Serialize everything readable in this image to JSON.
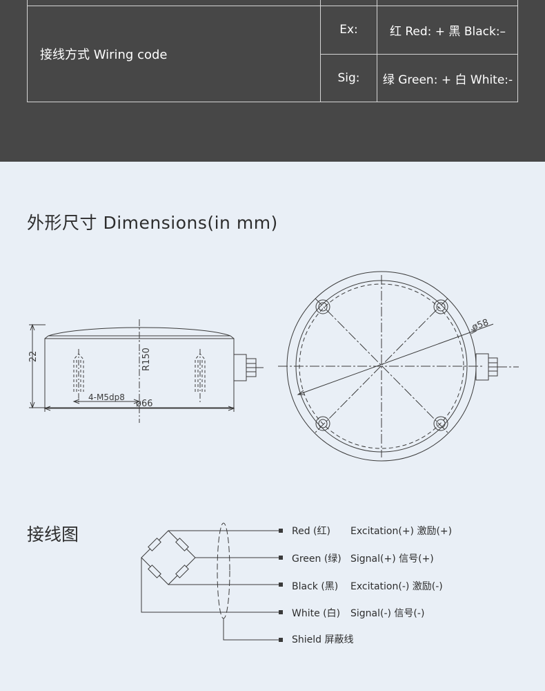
{
  "wiring_table": {
    "label": "接线方式 Wiring code",
    "rows": [
      {
        "key": "Ex:",
        "value": "红 Red:  +  黑 Black:–"
      },
      {
        "key": "Sig:",
        "value": "绿 Green:  +  白 White:-"
      }
    ]
  },
  "dimensions": {
    "title": "外形尺寸 Dimensions(in mm)",
    "side_view": {
      "height_label": "22",
      "radius_label": "R150",
      "hole_label": "4-M5dp8",
      "width_label": "ø66"
    },
    "top_view": {
      "bolt_circle_label": "ø58"
    }
  },
  "wiring_diagram": {
    "title": "接线图",
    "wires": [
      {
        "color": "Red (红)",
        "function": "Excitation(+) 激励(+)"
      },
      {
        "color": "Green (绿)",
        "function": "Signal(+) 信号(+)"
      },
      {
        "color": "Black (黑)",
        "function": "Excitation(-) 激励(-)"
      },
      {
        "color": "White (白)",
        "function": "Signal(-) 信号(-)"
      }
    ],
    "shield": "Shield 屏蔽线"
  }
}
